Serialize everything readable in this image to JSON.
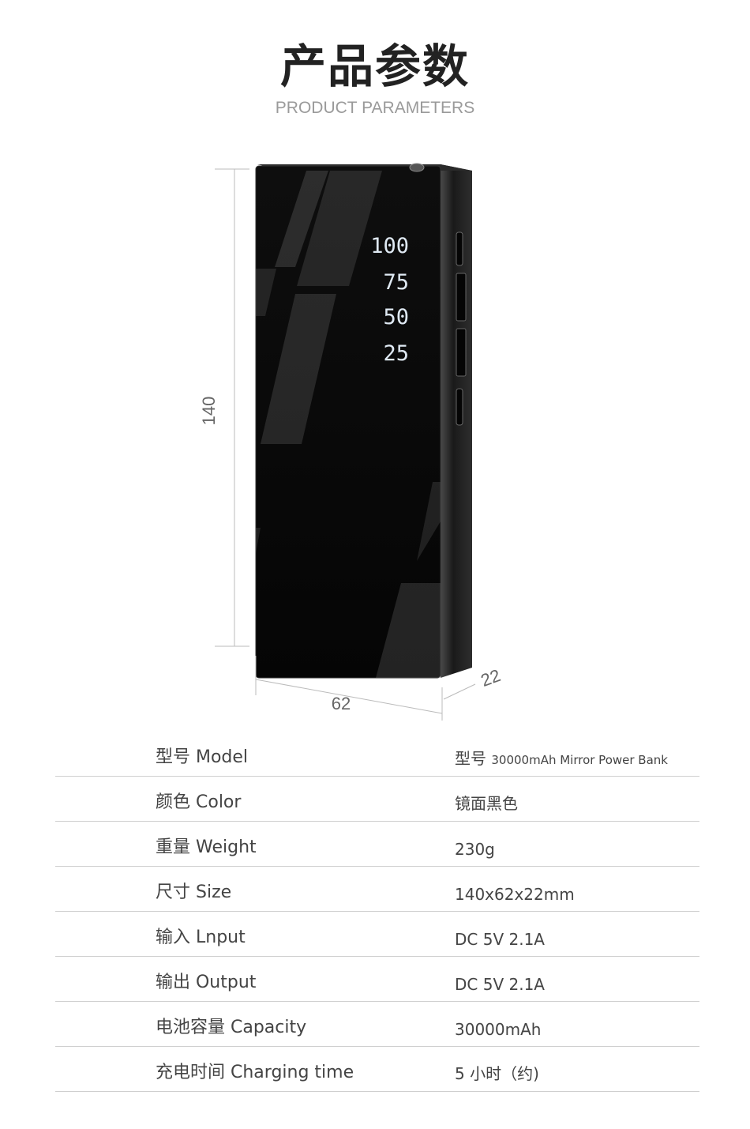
{
  "header": {
    "title": "产品参数",
    "subtitle": "PRODUCT PARAMETERS"
  },
  "product": {
    "display_levels": [
      "100",
      "75",
      "50",
      "25"
    ],
    "dimensions": {
      "height": "140",
      "width": "62",
      "depth": "22"
    },
    "colors": {
      "body": "#0a0a0a",
      "display": "#dfe9f3"
    }
  },
  "specs": [
    {
      "label": "型号 Model",
      "value_prefix": "型号",
      "value": "30000mAh Mirror Power Bank"
    },
    {
      "label": "颜色 Color",
      "value_prefix": "",
      "value": "镜面黑色"
    },
    {
      "label": "重量 Weight",
      "value_prefix": "",
      "value": "230g"
    },
    {
      "label": "尺寸 Size",
      "value_prefix": "",
      "value": "140x62x22mm"
    },
    {
      "label": "输入 Lnput",
      "value_prefix": "",
      "value": "DC 5V  2.1A"
    },
    {
      "label": "输出 Output",
      "value_prefix": "",
      "value": "DC  5V 2.1A"
    },
    {
      "label": "电池容量 Capacity",
      "value_prefix": "",
      "value": "30000mAh"
    },
    {
      "label": "充电时间 Charging time",
      "value_prefix": "",
      "value": "5 小时（约)"
    }
  ]
}
